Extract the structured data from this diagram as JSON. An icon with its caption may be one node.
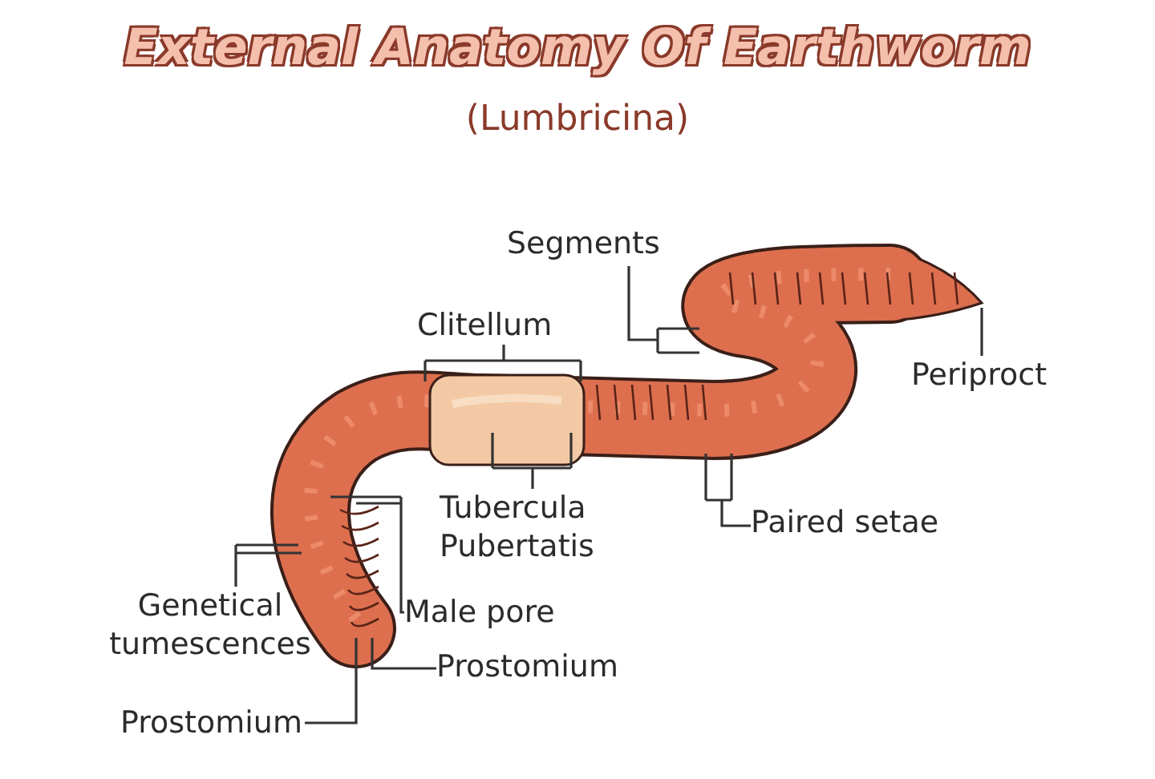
{
  "diagram": {
    "title": "External Anatomy Of Earthworm",
    "caption": "(Lumbricina)",
    "nodes": [
      {
        "text": [
          "Segments"
        ]
      },
      {
        "text": [
          "Clitellum"
        ]
      },
      {
        "text": [
          "Periproct"
        ]
      },
      {
        "text": [
          "Tubercula Pubertatis"
        ]
      },
      {
        "text": [
          "Paired setae"
        ]
      },
      {
        "text": [
          "Genetical tumescences"
        ]
      },
      {
        "text": [
          "Male pore"
        ]
      },
      {
        "text": [
          "Prostomium"
        ]
      },
      {
        "text": [
          "Prostomium"
        ]
      }
    ],
    "edges": [
      {
        "from": 0,
        "to": null,
        "arrow": "none"
      },
      {
        "from": 1,
        "to": null,
        "arrow": "none"
      },
      {
        "from": 2,
        "to": null,
        "arrow": "none"
      },
      {
        "from": 3,
        "to": null,
        "arrow": "none"
      },
      {
        "from": 4,
        "to": null,
        "arrow": "none"
      },
      {
        "from": 5,
        "to": null,
        "arrow": "none"
      },
      {
        "from": 6,
        "to": null,
        "arrow": "none"
      },
      {
        "from": 7,
        "to": null,
        "arrow": "none"
      },
      {
        "from": 8,
        "to": null,
        "arrow": "none"
      }
    ]
  }
}
